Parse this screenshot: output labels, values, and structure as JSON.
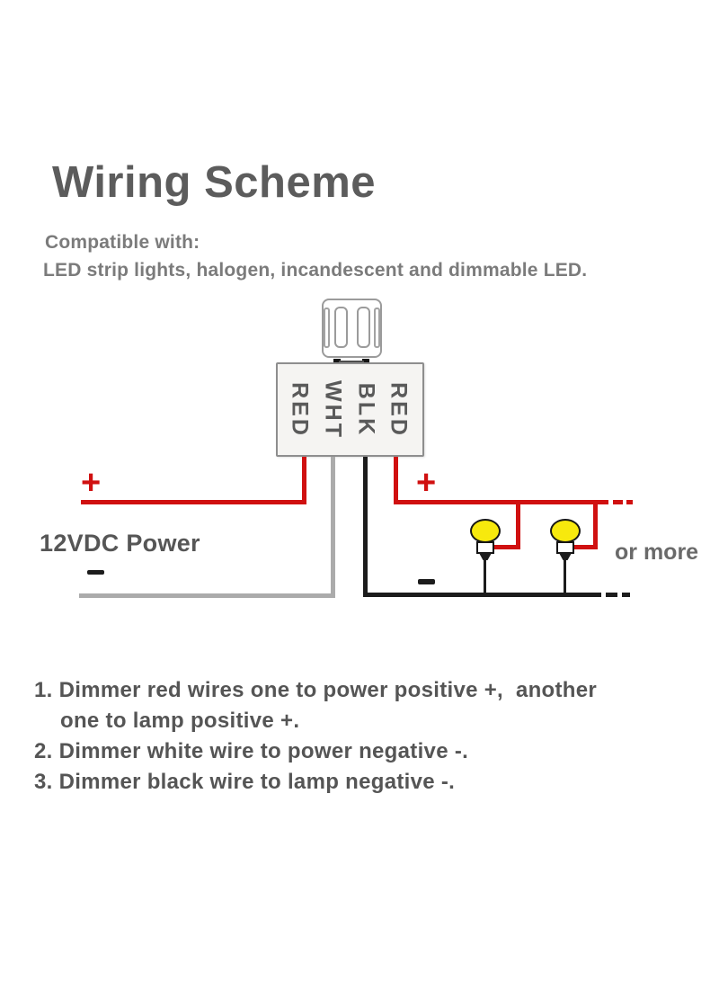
{
  "title": "Wiring Scheme",
  "subtitle": {
    "intro": "Compatible with:",
    "devices": "LED strip lights, halogen, incandescent and dimmable LED."
  },
  "diagram": {
    "dimmer_wire_labels": [
      "RED",
      "WHT",
      "BLK",
      "RED"
    ],
    "power_label": "12VDC Power",
    "or_more_label": "or more",
    "plus_symbol": "+",
    "minus_symbol": "-",
    "colors": {
      "positive_wire_red": "#d01010",
      "power_negative_wire_white": "#ababab",
      "lamp_negative_wire_black": "#1c1c1c",
      "bulb_yellow": "#f7e90d",
      "dimmer_box_fill": "#f5f4f2"
    }
  },
  "instructions": [
    {
      "text": "1. Dimmer red wires one to power positive +,  another"
    },
    {
      "text": "one to lamp positive +."
    },
    {
      "text": "2. Dimmer white wire to power negative -."
    },
    {
      "text": "3. Dimmer black wire to lamp negative -."
    }
  ]
}
